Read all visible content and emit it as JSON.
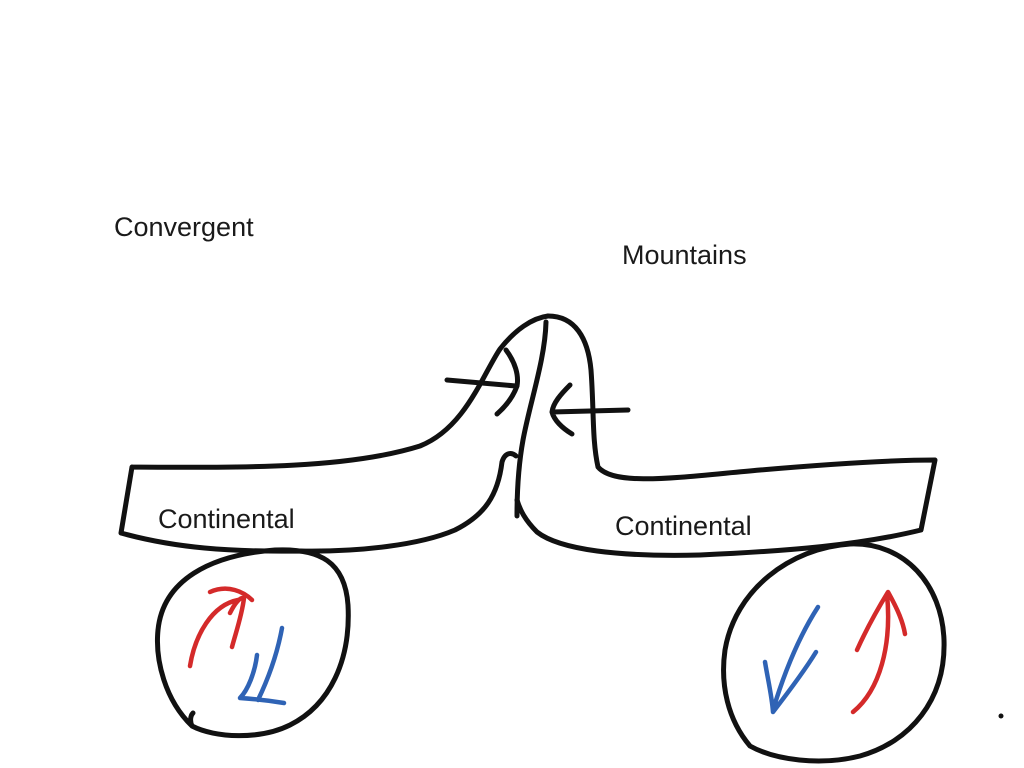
{
  "title": "Convergent",
  "labels": {
    "mountains": "Mountains",
    "left_plate": "Continental",
    "right_plate": "Continental"
  },
  "colors": {
    "ink": "#111111",
    "current_rising": "#d42a2a",
    "current_sinking": "#2f63b5",
    "background": "#ffffff"
  }
}
